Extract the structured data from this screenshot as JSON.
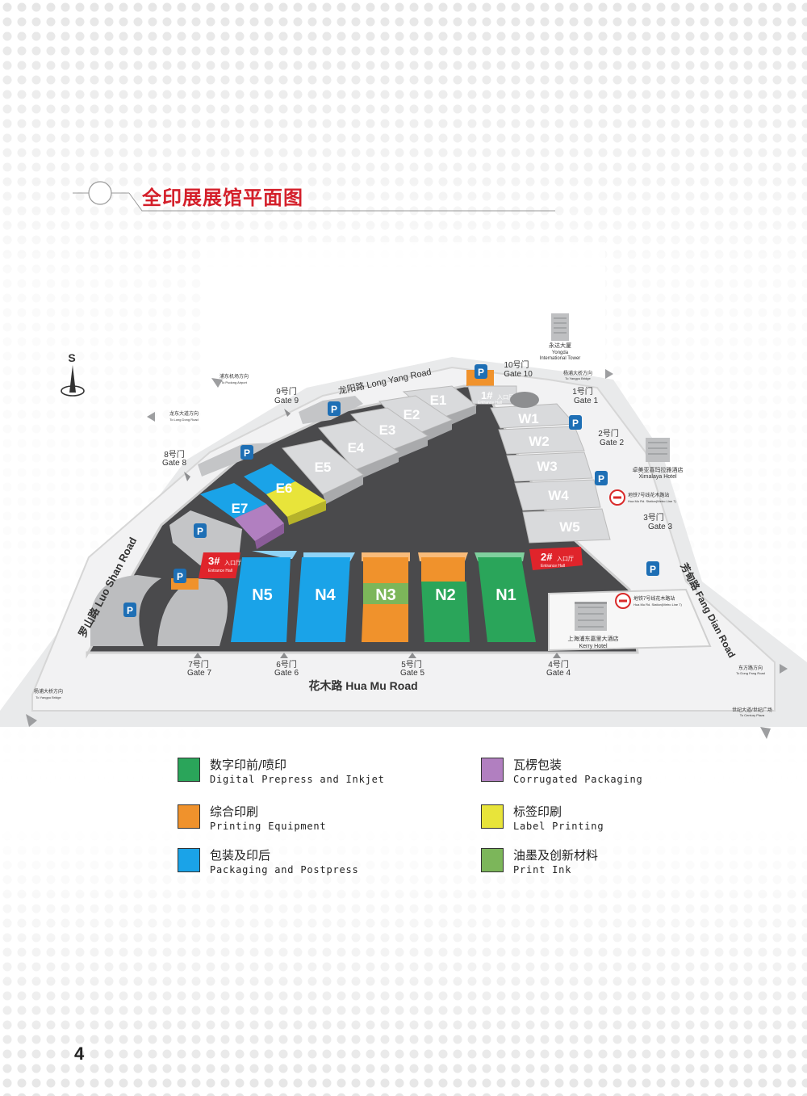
{
  "title": "全印展展馆平面图",
  "page_number": "4",
  "compass": {
    "label": "S"
  },
  "colors": {
    "digital": "#2aa55a",
    "printing_equipment": "#f0922c",
    "packaging": "#1aa3e8",
    "corrugated": "#b17fc0",
    "label": "#e8e43a",
    "ink": "#7cb65a",
    "entrance": "#e0242b",
    "hall_gray": "#d9dadc",
    "ground": "#4a4a4c",
    "road": "#ececec"
  },
  "roads": {
    "long_yang": "龙阳路 Long Yang Road",
    "luo_shan": "罗山路 Luo Shan Road",
    "hua_mu": "花木路 Hua Mu Road",
    "fang_dian": "芳甸路 Fang Dian Road"
  },
  "halls": {
    "E1": "E1",
    "E2": "E2",
    "E3": "E3",
    "E4": "E4",
    "E5": "E5",
    "E6": "E6",
    "E7": "E7",
    "W1": "W1",
    "W2": "W2",
    "W3": "W3",
    "W4": "W4",
    "W5": "W5",
    "N1": "N1",
    "N2": "N2",
    "N3": "N3",
    "N4": "N4",
    "N5": "N5"
  },
  "entrances": {
    "e1": {
      "num": "1#",
      "cn": "入口厅",
      "en": "Entrance Hall"
    },
    "e2": {
      "num": "2#",
      "cn": "入口厅",
      "en": "Entrance Hall"
    },
    "e3": {
      "num": "3#",
      "cn": "入口厅",
      "en": "Entrance Hall"
    }
  },
  "gates": {
    "g1": {
      "cn": "1号门",
      "en": "Gate 1"
    },
    "g2": {
      "cn": "2号门",
      "en": "Gate 2"
    },
    "g3": {
      "cn": "3号门",
      "en": "Gate 3"
    },
    "g4": {
      "cn": "4号门",
      "en": "Gate 4"
    },
    "g5": {
      "cn": "5号门",
      "en": "Gate 5"
    },
    "g6": {
      "cn": "6号门",
      "en": "Gate 6"
    },
    "g7": {
      "cn": "7号门",
      "en": "Gate 7"
    },
    "g8": {
      "cn": "8号门",
      "en": "Gate 8"
    },
    "g9": {
      "cn": "9号门",
      "en": "Gate 9"
    },
    "g10": {
      "cn": "10号门",
      "en": "Gate 10"
    }
  },
  "landmarks": {
    "yongda_cn": "永达大厦",
    "yongda_en1": "Yongda",
    "yongda_en2": "International Tower",
    "ximalaya_cn": "卓美亚喜玛拉雅酒店",
    "ximalaya_en": "Ximalaya Hotel",
    "kerry_cn": "上海浦东嘉里大酒店",
    "kerry_en": "Kerry Hotel",
    "metro1_cn": "地铁7号线花木路站",
    "metro1_en": "Hua Mu Rd. Station(Metro Line 7)",
    "metro2_cn": "地铁7号线花木路站",
    "metro2_en": "Hua Mu Rd. Station(Metro Line 7)"
  },
  "directions": {
    "pudong_airport_cn": "浦东机场方向",
    "pudong_airport_en": "To Pudong Airport",
    "longdong_cn": "龙东大道方向",
    "longdong_en": "To Long Dong Road",
    "yangpu_ne_cn": "杨浦大桥方向",
    "yangpu_ne_en": "To Yangpu Bridge",
    "yangpu_sw_cn": "杨浦大桥方向",
    "yangpu_sw_en": "To Yangpu Bridge",
    "east_se_cn": "东方路方向",
    "east_se_en": "To Dong Fang Road",
    "century_cn": "世纪大道/世纪广场",
    "century_en": "To Century Plaza"
  },
  "legend": [
    {
      "cn": "数字印前/喷印",
      "en": "Digital Prepress and Inkjet",
      "color": "#2aa55a"
    },
    {
      "cn": "瓦楞包装",
      "en": "Corrugated Packaging",
      "color": "#b17fc0"
    },
    {
      "cn": "综合印刷",
      "en": "Printing Equipment",
      "color": "#f0922c"
    },
    {
      "cn": "标签印刷",
      "en": "Label Printing",
      "color": "#e8e43a"
    },
    {
      "cn": "包装及印后",
      "en": "Packaging and Postpress",
      "color": "#1aa3e8"
    },
    {
      "cn": "油墨及创新材料",
      "en": "Print Ink",
      "color": "#7cb65a"
    }
  ]
}
